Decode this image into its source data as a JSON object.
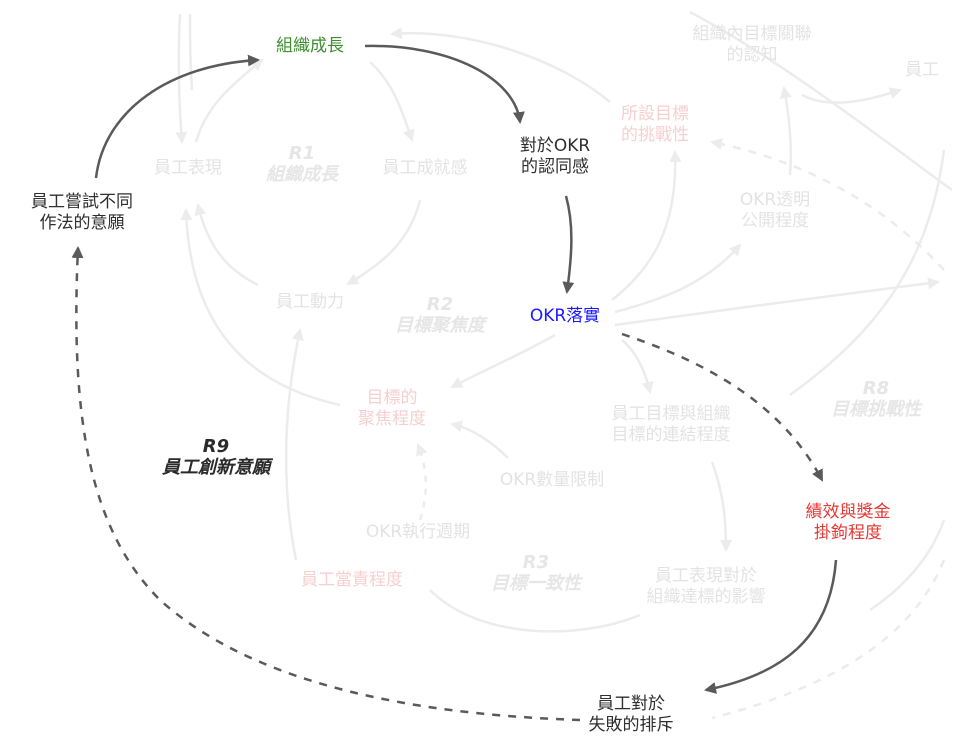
{
  "nodes": {
    "org_growth": "組織成長",
    "okr_identity": [
      "對於OKR",
      "的認同感"
    ],
    "okr_practice": "OKR落實",
    "perf_bonus": [
      "績效與獎金",
      "掛鉤程度"
    ],
    "fail_exclusion": [
      "員工對於",
      "失敗的排斥"
    ],
    "try_willing": [
      "員工嘗試不同",
      "作法的意願"
    ],
    "emp_perf": "員工表現",
    "emp_achieve": "員工成就感",
    "emp_motivation": "員工動力",
    "goal_challenge": [
      "所設目標",
      "的挑戰性"
    ],
    "org_goal_link": [
      "組織內目標關聯",
      "的認知"
    ],
    "emp_cut": "員工",
    "okr_transparent": [
      "OKR透明",
      "公開程度"
    ],
    "goal_focus": [
      "目標的",
      "聚焦程度"
    ],
    "goal_connection": [
      "員工目標與組織",
      "目標的連結程度"
    ],
    "okr_limit": "OKR數量限制",
    "okr_cycle": "OKR執行週期",
    "emp_duty": "員工當責程度",
    "perf_impact": [
      "員工表現對於",
      "組織達標的影響"
    ]
  },
  "loops": {
    "r1": [
      "R1",
      "組織成長"
    ],
    "r2": [
      "R2",
      "目標聚焦度"
    ],
    "r3": [
      "R3",
      "目標一致性"
    ],
    "r8": [
      "R8",
      "目標挑戰性"
    ],
    "r9": [
      "R9",
      "員工創新意願"
    ]
  },
  "colors": {
    "arrow_dark": "#5a5a5a",
    "arrow_faded": "#e8e8e8",
    "green": "#3d8f2f",
    "blue": "#1a1aff",
    "red": "#e53935"
  }
}
